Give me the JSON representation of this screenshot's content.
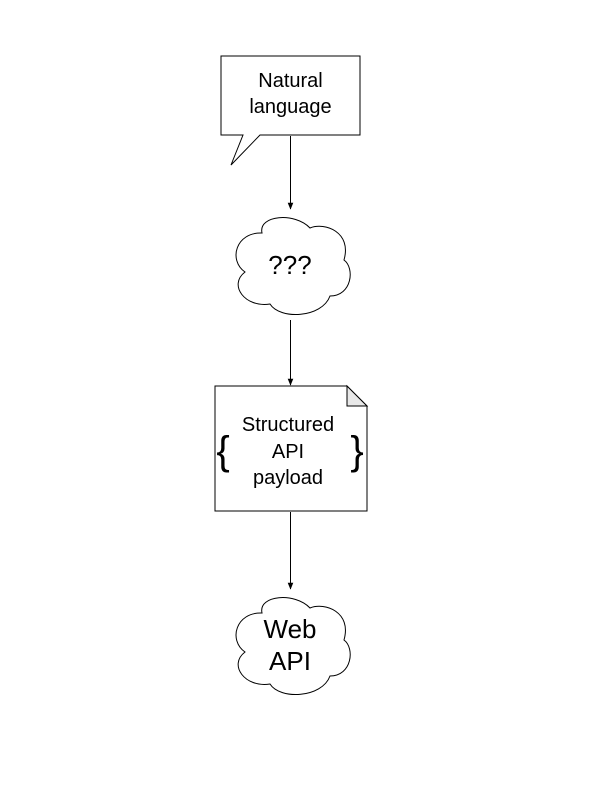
{
  "nodes": {
    "speech": {
      "lines": [
        "Natural",
        "language"
      ]
    },
    "unknown": {
      "text": "???"
    },
    "payload": {
      "lines": [
        "Structured",
        "API",
        "payload"
      ],
      "brace_left": "{",
      "brace_right": "}"
    },
    "webapi": {
      "lines": [
        "Web",
        "API"
      ]
    }
  },
  "colors": {
    "stroke": "#000000",
    "fill": "#ffffff",
    "text": "#000000"
  }
}
